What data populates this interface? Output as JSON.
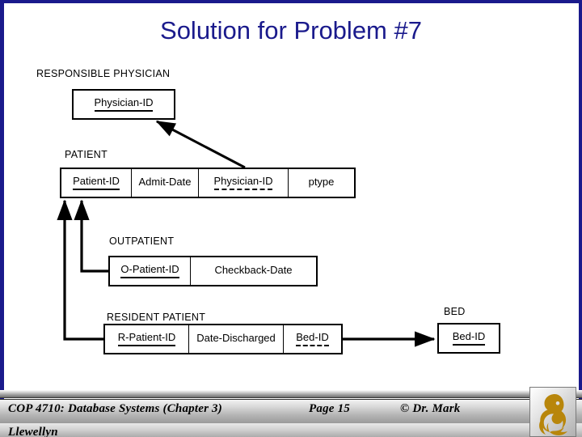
{
  "slide": {
    "title": "Solution for Problem #7",
    "title_color": "#1a1a8c",
    "border_color": "#1a1a8c",
    "background": "#ffffff"
  },
  "diagram": {
    "type": "relational-schema",
    "relations": [
      {
        "name": "RESPONSIBLE PHYSICIAN",
        "label": "RESPONSIBLE PHYSICIAN",
        "attributes": [
          {
            "name": "Physician-ID",
            "key": "primary"
          }
        ]
      },
      {
        "name": "PATIENT",
        "label": "PATIENT",
        "attributes": [
          {
            "name": "Patient-ID",
            "key": "primary"
          },
          {
            "name": "Admit-Date",
            "key": "none"
          },
          {
            "name": "Physician-ID",
            "key": "foreign"
          },
          {
            "name": "ptype",
            "key": "none"
          }
        ]
      },
      {
        "name": "OUTPATIENT",
        "label": "OUTPATIENT",
        "attributes": [
          {
            "name": "O-Patient-ID",
            "key": "primary"
          },
          {
            "name": "Checkback-Date",
            "key": "none"
          }
        ]
      },
      {
        "name": "RESIDENT PATIENT",
        "label": "RESIDENT PATIENT",
        "attributes": [
          {
            "name": "R-Patient-ID",
            "key": "primary"
          },
          {
            "name": "Date-Discharged",
            "key": "none"
          },
          {
            "name": "Bed-ID",
            "key": "foreign"
          }
        ]
      },
      {
        "name": "BED",
        "label": "BED",
        "attributes": [
          {
            "name": "Bed-ID",
            "key": "primary"
          }
        ]
      }
    ],
    "references": [
      {
        "from": "PATIENT.Physician-ID",
        "to": "RESPONSIBLE PHYSICIAN.Physician-ID"
      },
      {
        "from": "OUTPATIENT.O-Patient-ID",
        "to": "PATIENT.Patient-ID"
      },
      {
        "from": "RESIDENT PATIENT.R-Patient-ID",
        "to": "PATIENT.Patient-ID"
      },
      {
        "from": "RESIDENT PATIENT.Bed-ID",
        "to": "BED.Bed-ID"
      }
    ]
  },
  "footer": {
    "course": "COP 4710: Database Systems  (Chapter 3)",
    "page": "Page 15",
    "author": "© Dr. Mark",
    "author_line2": "Llewellyn",
    "logo": "ucf-pegasus-logo"
  }
}
